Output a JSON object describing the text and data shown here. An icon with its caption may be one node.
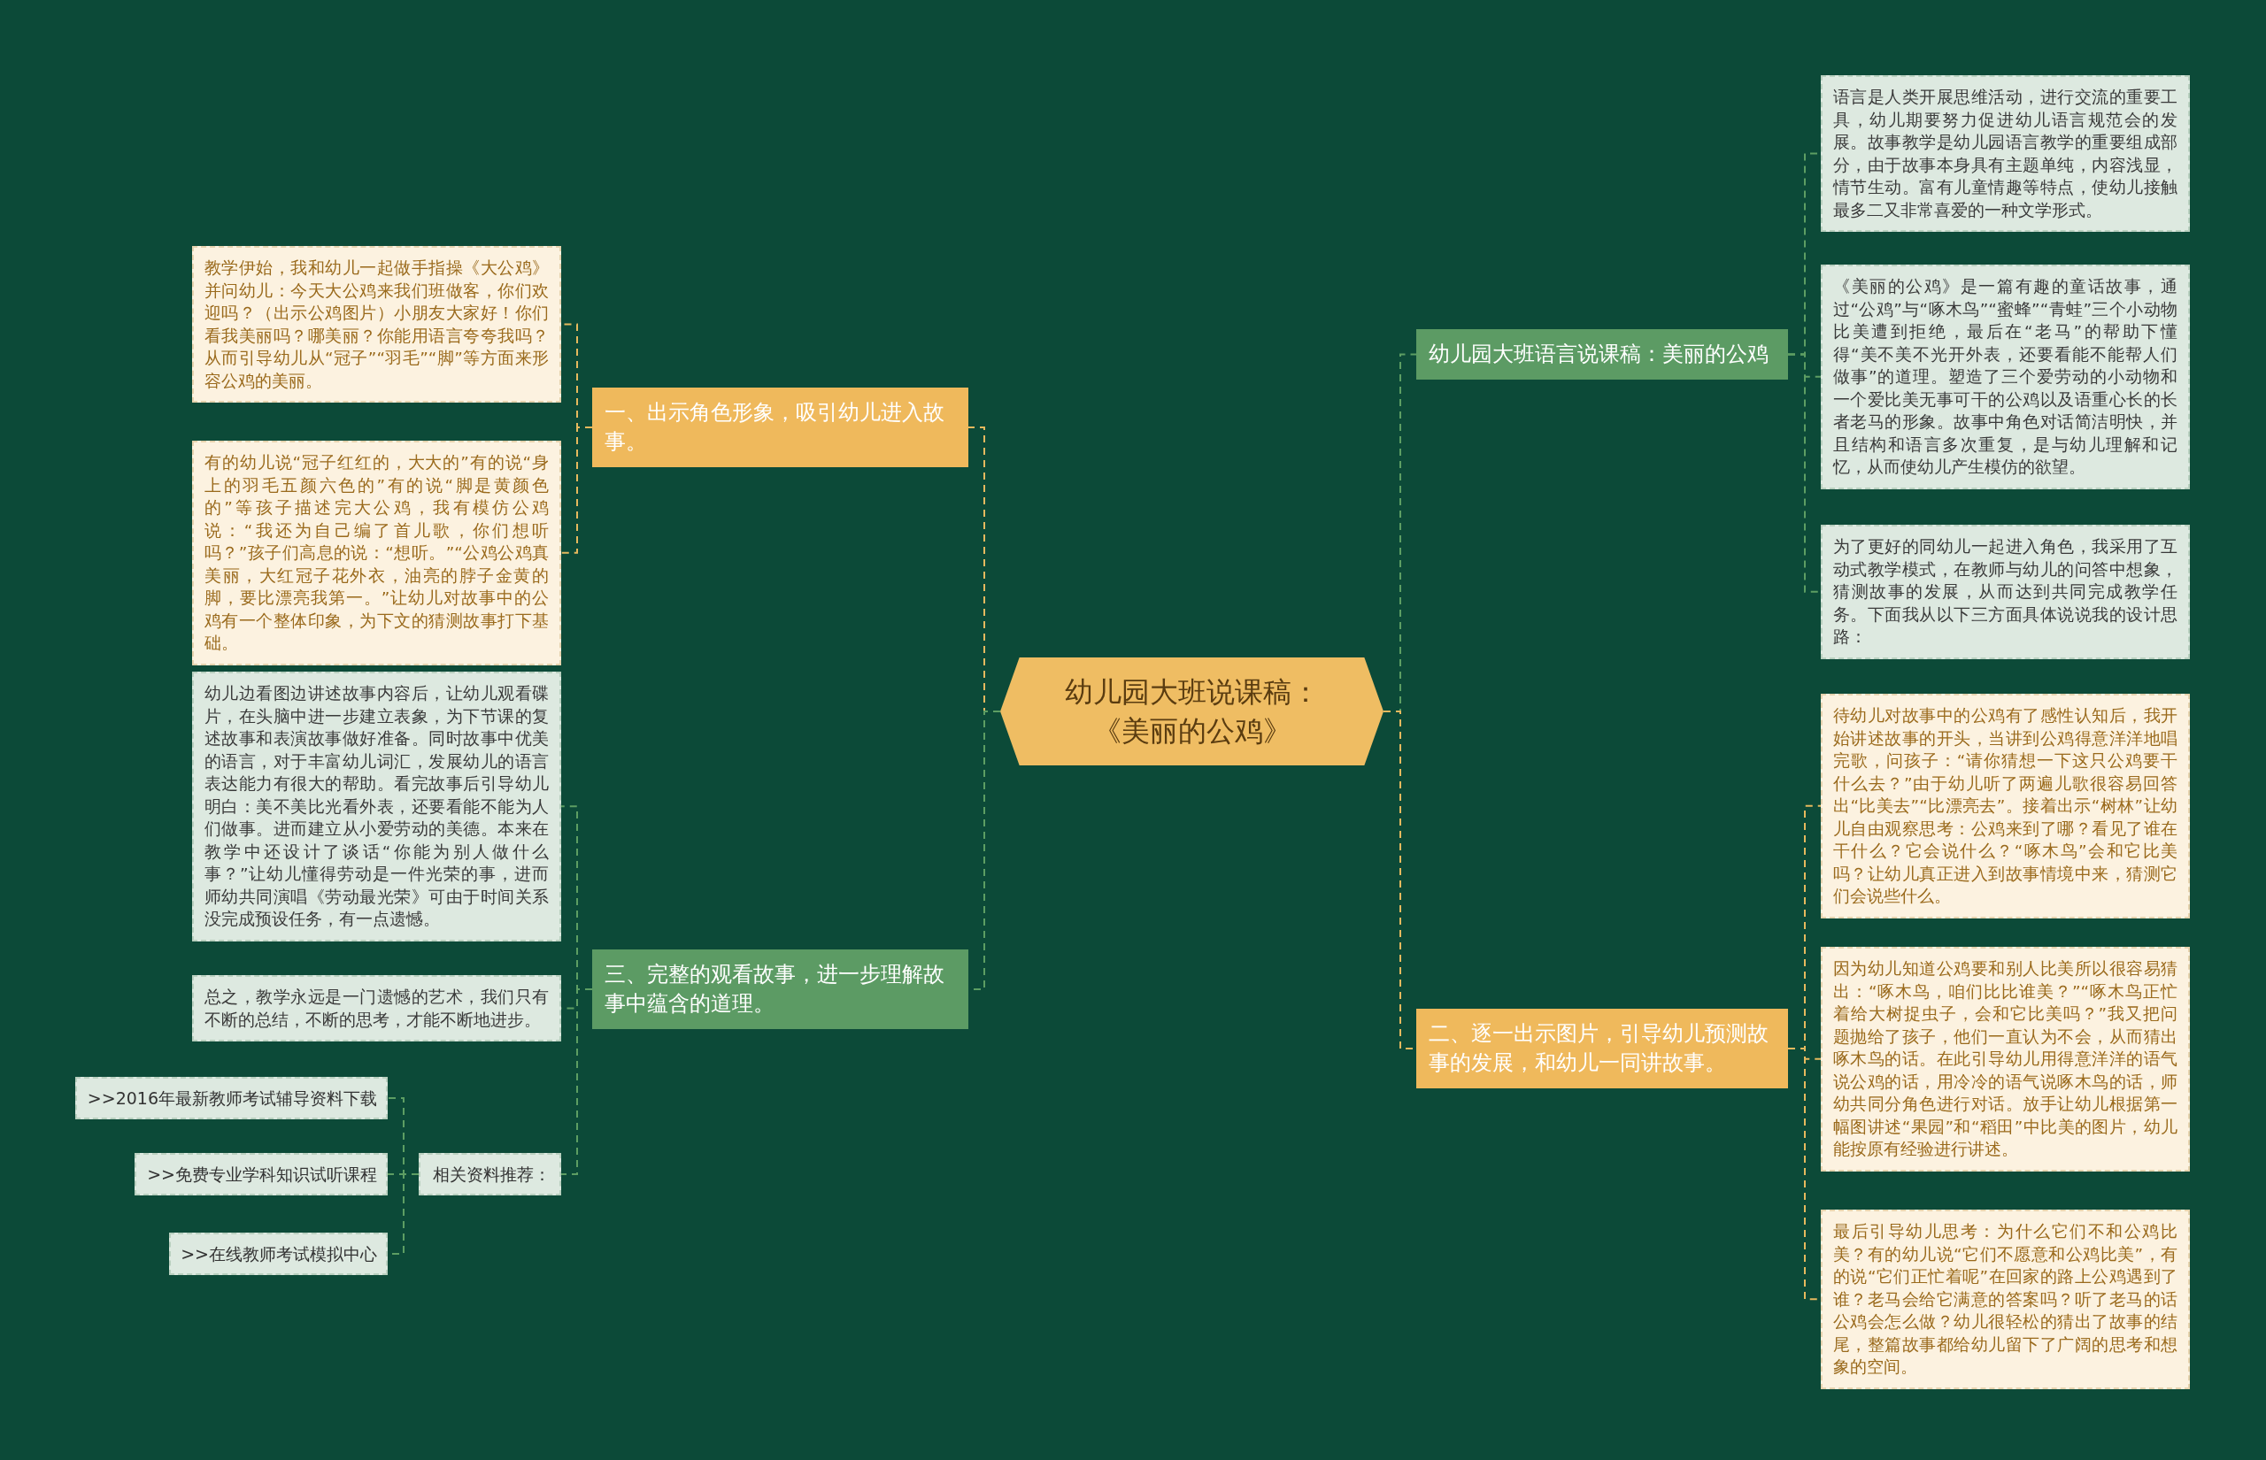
{
  "diagram": {
    "nodes": [
      {
        "text": [
          "幼儿园大班说课稿：《美丽的公鸡》"
        ]
      },
      {
        "text": [
          "一、出示角色形象，吸引幼儿进入故事。"
        ]
      },
      {
        "text": [
          "教学伊始，我和幼儿一起做手指操《大公鸡》并问幼儿：今天大公鸡来我们班做客，你们欢迎吗？（出示公鸡图片）小朋友大家好！你们看我美丽吗？哪美丽？你能用语言夸夸我吗？从而引导幼儿从“冠子”“羽毛”“脚”等方面来形容公鸡的美丽。"
        ]
      },
      {
        "text": [
          "有的幼儿说“冠子红红的，大大的”有的说“身上的羽毛五颜六色的”有的说“脚是黄颜色的”等孩子描述完大公鸡，我有模仿公鸡说：“我还为自己编了首儿歌，你们想听吗？”孩子们高息的说：“想听。”“公鸡公鸡真美丽，大红冠子花外衣，油亮的脖子金黄的脚，要比漂亮我第一。”让幼儿对故事中的公鸡有一个整体印象，为下文的猜测故事打下基础。"
        ]
      },
      {
        "text": [
          "三、完整的观看故事，进一步理解故事中蕴含的道理。"
        ]
      },
      {
        "text": [
          "幼儿边看图边讲述故事内容后，让幼儿观看碟片，在头脑中进一步建立表象，为下节课的复述故事和表演故事做好准备。同时故事中优美的语言，对于丰富幼儿词汇，发展幼儿的语言表达能力有很大的帮助。看完故事后引导幼儿明白：美不美比光看外表，还要看能不能为人们做事。进而建立从小爱劳动的美德。本来在教学中还设计了谈话“你能为别人做什么事？”让幼儿懂得劳动是一件光荣的事，进而师幼共同演唱《劳动最光荣》可由于时间关系没完成预设任务，有一点遗憾。"
        ]
      },
      {
        "text": [
          "总之，教学永远是一门遗憾的艺术，我们只有不断的总结，不断的思考，才能不断地进步。"
        ]
      },
      {
        "text": [
          "相关资料推荐："
        ]
      },
      {
        "text": [
          ">>2016年最新教师考试辅导资料下载"
        ]
      },
      {
        "text": [
          ">>免费专业学科知识试听课程"
        ]
      },
      {
        "text": [
          ">>在线教师考试模拟中心"
        ]
      },
      {
        "text": [
          "幼儿园大班语言说课稿：美丽的公鸡"
        ]
      },
      {
        "text": [
          "语言是人类开展思维活动，进行交流的重要工具，幼儿期要努力促进幼儿语言规范会的发展。故事教学是幼儿园语言教学的重要组成部分，由于故事本身具有主题单纯，内容浅显，情节生动。富有儿童情趣等特点，使幼儿接触最多二又非常喜爱的一种文学形式。"
        ]
      },
      {
        "text": [
          "《美丽的公鸡》是一篇有趣的童话故事，通过“公鸡”与“啄木鸟”“蜜蜂”“青蛙”三个小动物比美遭到拒绝，最后在“老马”的帮助下懂得“美不美不光开外表，还要看能不能帮人们做事”的道理。塑造了三个爱劳动的小动物和一个爱比美无事可干的公鸡以及语重心长的长者老马的形象。故事中角色对话简洁明快，并且结构和语言多次重复，是与幼儿理解和记忆，从而使幼儿产生模仿的欲望。"
        ]
      },
      {
        "text": [
          "为了更好的同幼儿一起进入角色，我采用了互动式教学模式，在教师与幼儿的问答中想象，猜测故事的发展，从而达到共同完成教学任务。下面我从以下三方面具体说说我的设计思路："
        ]
      },
      {
        "text": [
          "二、逐一出示图片，引导幼儿预测故事的发展，和幼儿一同讲故事。"
        ]
      },
      {
        "text": [
          "待幼儿对故事中的公鸡有了感性认知后，我开始讲述故事的开头，当讲到公鸡得意洋洋地唱完歌，问孩子：“请你猜想一下这只公鸡要干什么去？”由于幼儿听了两遍儿歌很容易回答出“比美去”“比漂亮去”。接着出示“树林”让幼儿自由观察思考：公鸡来到了哪？看见了谁在干什么？它会说什么？“啄木鸟”会和它比美吗？让幼儿真正进入到故事情境中来，猜测它们会说些什么。"
        ]
      },
      {
        "text": [
          "因为幼儿知道公鸡要和别人比美所以很容易猜出：“啄木鸟，咱们比比谁美？”“啄木鸟正忙着给大树捉虫子，会和它比美吗？”我又把问题抛给了孩子，他们一直认为不会，从而猜出啄木鸟的话。在此引导幼儿用得意洋洋的语气说公鸡的话，用冷冷的语气说啄木鸟的话，师幼共同分角色进行对话。放手让幼儿根据第一幅图讲述“果园”和“稻田”中比美的图片，幼儿能按原有经验进行讲述。"
        ]
      },
      {
        "text": [
          "最后引导幼儿思考：为什么它们不和公鸡比美？有的幼儿说“它们不愿意和公鸡比美”，有的说“它们正忙着呢”在回家的路上公鸡遇到了谁？老马会给它满意的答案吗？听了老马的话公鸡会怎么做？幼儿很轻松的猜出了故事的结尾，整篇故事都给幼儿留下了广阔的思考和想象的空间。"
        ]
      }
    ],
    "edges": [
      {
        "from": 0,
        "to": 1,
        "arrow": "none",
        "style": "dashed",
        "color": "#e6b95e"
      },
      {
        "from": 1,
        "to": 2,
        "arrow": "none",
        "style": "dashed",
        "color": "#e6b95e"
      },
      {
        "from": 1,
        "to": 3,
        "arrow": "none",
        "style": "dashed",
        "color": "#e6b95e"
      },
      {
        "from": 0,
        "to": 4,
        "arrow": "none",
        "style": "dashed"
      },
      {
        "from": 4,
        "to": 5,
        "arrow": "none",
        "style": "dashed"
      },
      {
        "from": 4,
        "to": 6,
        "arrow": "none",
        "style": "dashed"
      },
      {
        "from": 4,
        "to": 7,
        "arrow": "none",
        "style": "dashed"
      },
      {
        "from": 7,
        "to": 8,
        "arrow": "none",
        "style": "dashed"
      },
      {
        "from": 7,
        "to": 9,
        "arrow": "none",
        "style": "dashed"
      },
      {
        "from": 7,
        "to": 10,
        "arrow": "none",
        "style": "dashed"
      },
      {
        "from": 0,
        "to": 11,
        "arrow": "none",
        "style": "dashed"
      },
      {
        "from": 11,
        "to": 12,
        "arrow": "none",
        "style": "dashed"
      },
      {
        "from": 11,
        "to": 13,
        "arrow": "none",
        "style": "dashed"
      },
      {
        "from": 11,
        "to": 14,
        "arrow": "none",
        "style": "dashed"
      },
      {
        "from": 0,
        "to": 15,
        "arrow": "none",
        "style": "dashed",
        "color": "#e6b95e"
      },
      {
        "from": 15,
        "to": 16,
        "arrow": "none",
        "style": "dashed",
        "color": "#e6b95e"
      },
      {
        "from": 15,
        "to": 17,
        "arrow": "none",
        "style": "dashed",
        "color": "#e6b95e"
      },
      {
        "from": 15,
        "to": 18,
        "arrow": "none",
        "style": "dashed",
        "color": "#e6b95e"
      }
    ]
  }
}
